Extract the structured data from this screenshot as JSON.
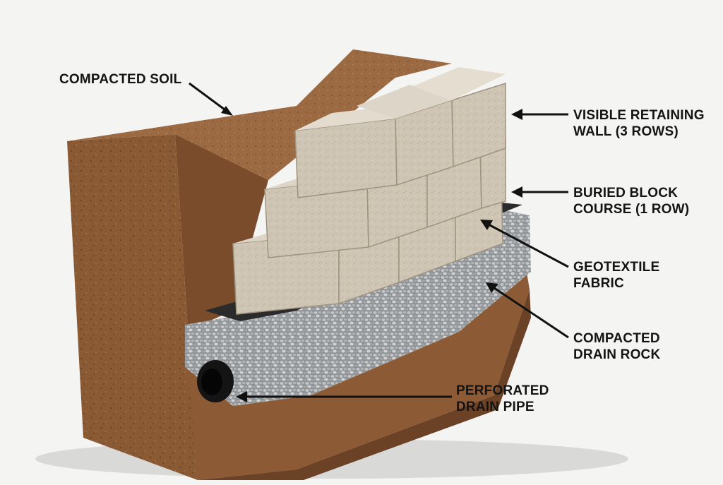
{
  "labels": {
    "compacted_soil": "COMPACTED SOIL",
    "visible_wall": [
      "VISIBLE RETAINING",
      "WALL (3 ROWS)"
    ],
    "buried_course": [
      "BURIED BLOCK",
      "COURSE (1 ROW)"
    ],
    "geotextile": [
      "GEOTEXTILE",
      "FABRIC"
    ],
    "drain_rock": [
      "COMPACTED",
      "DRAIN ROCK"
    ],
    "drain_pipe": [
      "PERFORATED",
      "DRAIN PIPE"
    ]
  },
  "colors": {
    "background": "#f4f4f3",
    "soil": "#8a5a35",
    "soil_dark": "#5e3a20",
    "block": "#cfc5b4",
    "block_shadow": "#a99d89",
    "gravel": "#a9adb0",
    "fabric": "#2b2b2b",
    "pipe": "#141414",
    "text": "#141414"
  }
}
